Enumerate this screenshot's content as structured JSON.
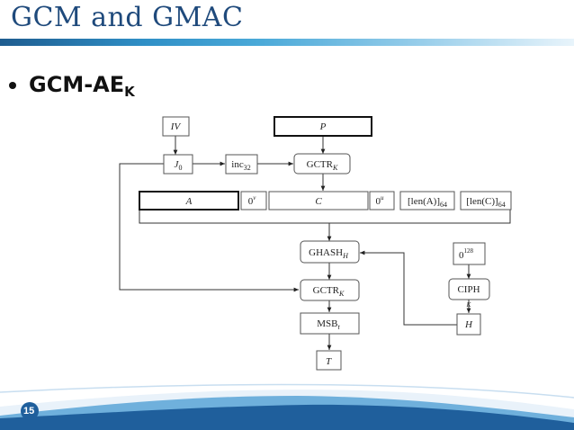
{
  "slide": {
    "title": "GCM and GMAC",
    "bullet": "GCM-AE",
    "bullet_sub": "K",
    "page_number": "15"
  },
  "diagram": {
    "iv": "IV",
    "p": "P",
    "j0": "J",
    "j0_sub": "0",
    "inc": "inc",
    "inc_sub": "32",
    "gctr_top": "GCTR",
    "gctr_top_sub": "K",
    "a": "A",
    "zero_v": "0",
    "zero_v_sup": "v",
    "c": "C",
    "zero_u": "0",
    "zero_u_sup": "u",
    "len_a": "[len(A)]",
    "len_a_sub": "64",
    "len_c": "[len(C)]",
    "len_c_sub": "64",
    "ghash": "GHASH",
    "ghash_sub": "H",
    "zero_128": "0",
    "zero_128_sup": "128",
    "gctr_bottom": "GCTR",
    "gctr_bottom_sub": "K",
    "ciph": "CIPH",
    "ciph_key": "K",
    "msb": "MSB",
    "msb_sub": "t",
    "h": "H",
    "t": "T"
  }
}
